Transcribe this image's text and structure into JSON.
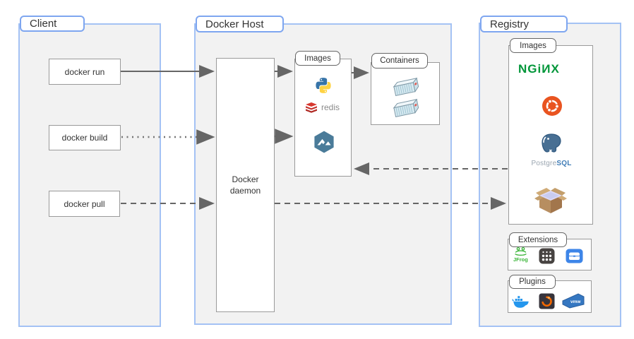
{
  "client": {
    "label": "Client",
    "commands": [
      "docker run",
      "docker build",
      "docker pull"
    ]
  },
  "docker_host": {
    "label": "Docker Host",
    "daemon_label": "Docker daemon",
    "images": {
      "label": "Images",
      "items": [
        {
          "icon": "python-icon"
        },
        {
          "icon": "redis-icon",
          "label": "redis"
        },
        {
          "icon": "alpine-icon"
        }
      ]
    },
    "containers": {
      "label": "Containers",
      "items": [
        {
          "icon": "container-icon"
        },
        {
          "icon": "container-icon"
        }
      ]
    }
  },
  "registry": {
    "label": "Registry",
    "images": {
      "label": "Images",
      "items": [
        {
          "icon": "nginx-icon",
          "label": "NGiИX"
        },
        {
          "icon": "ubuntu-icon"
        },
        {
          "icon": "postgresql-icon",
          "label_gray": "Postgre",
          "label_blue": "SQL"
        },
        {
          "icon": "package-box-icon"
        }
      ]
    },
    "extensions": {
      "label": "Extensions",
      "items": [
        {
          "icon": "jfrog-icon",
          "label": "JFrog"
        },
        {
          "icon": "extension-grid-icon"
        },
        {
          "icon": "toolbox-icon"
        }
      ]
    },
    "plugins": {
      "label": "Plugins",
      "items": [
        {
          "icon": "docker-whale-icon"
        },
        {
          "icon": "grafana-icon"
        },
        {
          "icon": "vmware-icon",
          "label": "vmw"
        }
      ]
    }
  },
  "connections": [
    {
      "from": "docker run",
      "to": "Docker daemon",
      "style": "solid"
    },
    {
      "from": "docker build",
      "to": "Docker daemon",
      "style": "dotted"
    },
    {
      "from": "docker pull",
      "to": "Docker daemon",
      "style": "dashed"
    },
    {
      "from": "Docker daemon",
      "to": "Images",
      "style": "solid"
    },
    {
      "from": "Docker daemon",
      "to": "Images",
      "style": "dotted"
    },
    {
      "from": "Images",
      "to": "Containers",
      "style": "solid"
    },
    {
      "from": "Docker daemon",
      "to": "Registry Images",
      "style": "dashed"
    },
    {
      "from": "Registry Images",
      "to": "Images",
      "style": "dashed"
    }
  ],
  "colors": {
    "group_fill": "#f2f2f2",
    "group_border": "#a4c2f4",
    "tab_border": "#7ea6f0",
    "node_border": "#9a9a9a",
    "arrow": "#666666",
    "nginx_green": "#009639",
    "ubuntu_orange": "#e95420",
    "redis_red": "#c6302b",
    "alpine_blue": "#4a7b99",
    "python_blue": "#3774a8",
    "python_yellow": "#ffd343",
    "docker_blue": "#2496ed",
    "jfrog_green": "#3cb53a",
    "postgres_blue": "#486f93",
    "grafana_orange": "#f46800",
    "vmware_blue": "#3577c1"
  }
}
